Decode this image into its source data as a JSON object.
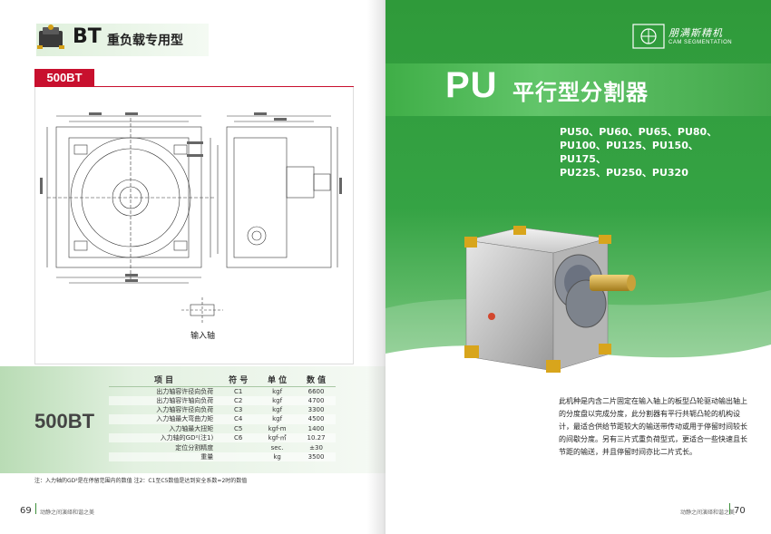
{
  "left": {
    "series_code": "BT",
    "series_title": "重负载专用型",
    "model_tab": "500BT",
    "drawing_label": "输入轴",
    "spec_model": "500BT",
    "table": {
      "headers": [
        "项 目",
        "符 号",
        "单 位",
        "数 值"
      ],
      "rows": [
        [
          "出力轴容许径向负荷",
          "C1",
          "kgf",
          "6600"
        ],
        [
          "出力轴容许轴向负荷",
          "C2",
          "kgf",
          "4700"
        ],
        [
          "入力轴容许径向负荷",
          "C3",
          "kgf",
          "3300"
        ],
        [
          "入力轴最大弯曲力矩",
          "C4",
          "kgf",
          "4500"
        ],
        [
          "入力轴最大扭矩",
          "C5",
          "kgf-m",
          "1400"
        ],
        [
          "入力轴的GD²(注1)",
          "C6",
          "kgf-㎡",
          "10.27"
        ],
        [
          "定位分割精度",
          "",
          "sec.",
          "±30"
        ],
        [
          "重量",
          "",
          "kg",
          "3500"
        ]
      ]
    },
    "note": "注：入力轴的GD²是在停留范围内的数值  注2：C1至C5数值是达到安全系数=2时的数值",
    "page_number": "69",
    "footer_text": "动静之间演绎和谐之美"
  },
  "right": {
    "logo_cn": "朋满斯精机",
    "logo_en": "CAM SEGMENTATION",
    "series_code": "PU",
    "series_title": "平行型分割器",
    "models": [
      "PU50、PU60、PU65、PU80、",
      "PU100、PU125、PU150、PU175、",
      "PU225、PU250、PU320"
    ],
    "description": "此机种是内含二片固定在输入轴上的板型凸轮驱动输出轴上的分度盘以完成分度，此分割器有平行共轭凸轮的机构设计，最适合供给节距较大的输送带传动或用于停留时间较长的间歇分度。另有三片式重负荷型式，更适合一些快速且长节距的输送，并且停留时间亦比二片式长。",
    "footer_text": "动静之间演绎和谐之美",
    "page_number": "70"
  },
  "colors": {
    "brand_green": "#35a344",
    "accent_red": "#c8102e",
    "table_band_green": "#b9dcb5"
  }
}
